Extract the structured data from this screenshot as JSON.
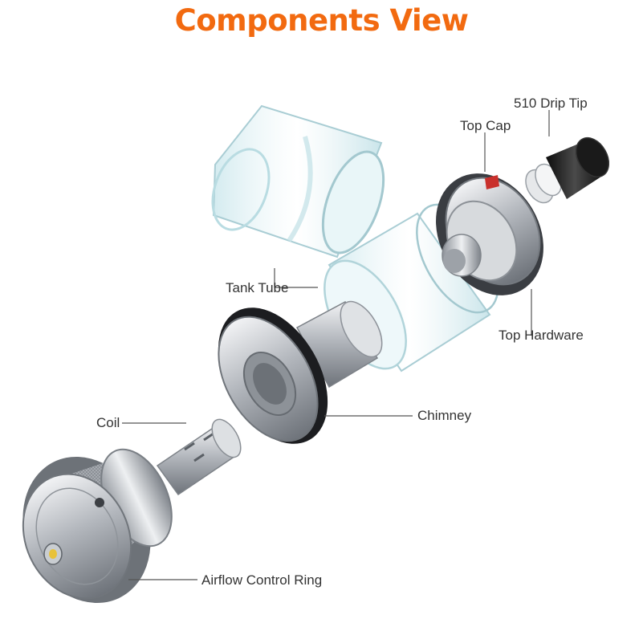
{
  "title": "Components View",
  "labels": {
    "drip_tip": "510 Drip Tip",
    "top_cap": "Top Cap",
    "tank_tube": "Tank Tube",
    "top_hardware": "Top Hardware",
    "chimney": "Chimney",
    "coil": "Coil",
    "airflow_ring": "Airflow Control Ring"
  },
  "colors": {
    "title": "#f26a10",
    "label_text": "#333333",
    "leader_line": "#555555",
    "steel": "#b8bcc2",
    "glass": "#d6eef2",
    "drip_tip": "#1c1c1c",
    "contact": "#e8c23a"
  }
}
